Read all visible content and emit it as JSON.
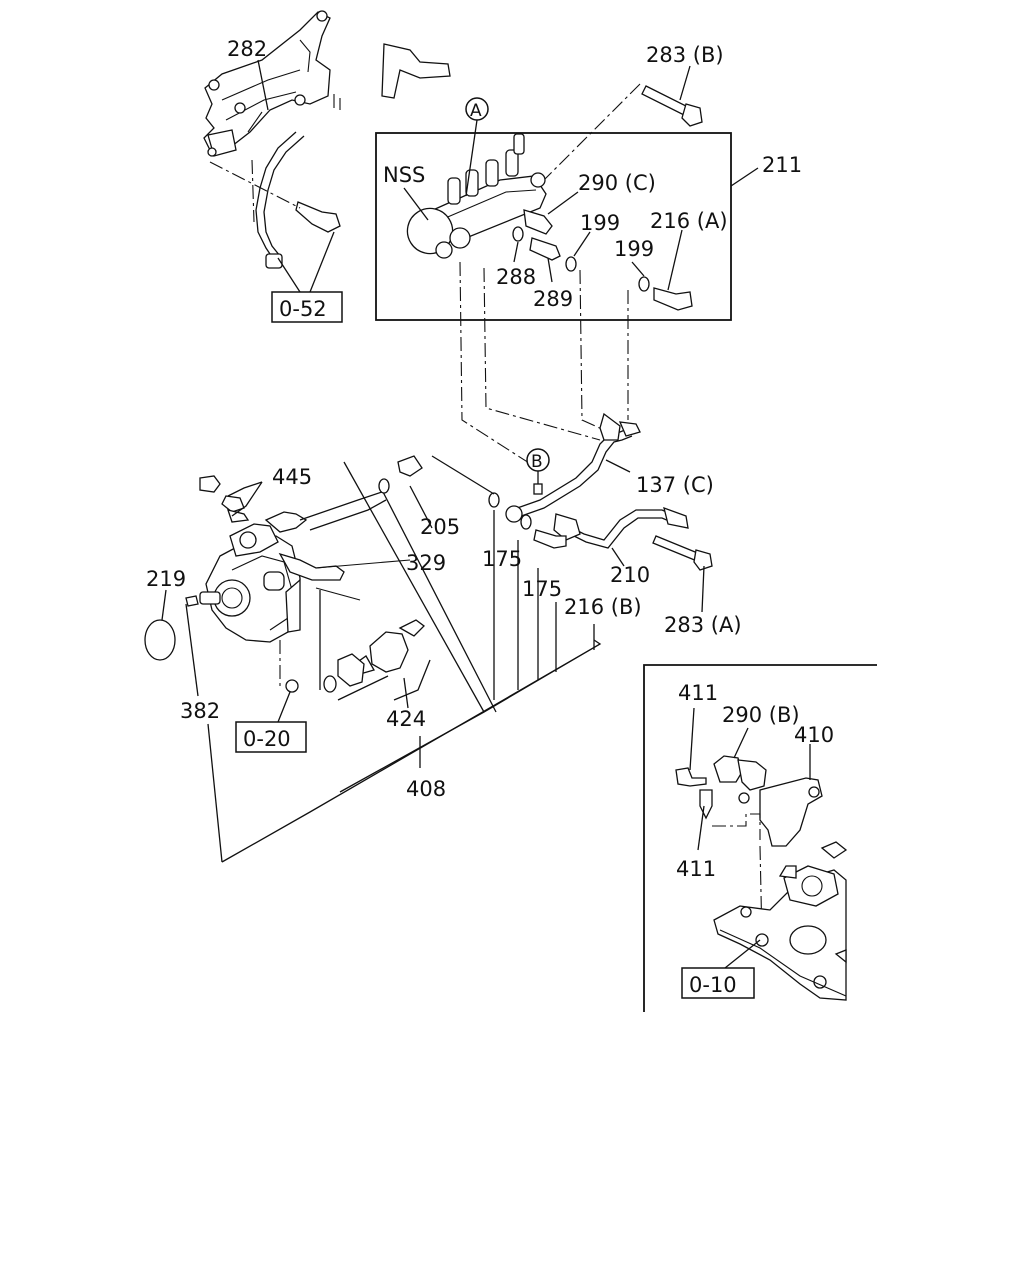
{
  "labels": {
    "p282": "282",
    "p283b": "283 (B)",
    "p211": "211",
    "pNSS": "NSS",
    "pA": "A",
    "p290c": "290 (C)",
    "p199a": "199",
    "p199b": "199",
    "p216a": "216 (A)",
    "p288": "288",
    "p289": "289",
    "pB": "B",
    "p137c": "137 (C)",
    "p445": "445",
    "p205": "205",
    "p329": "329",
    "p175a": "175",
    "p175b": "175",
    "p210": "210",
    "p283a": "283 (A)",
    "p216b": "216 (B)",
    "p219": "219",
    "p382": "382",
    "p424": "424",
    "p408": "408",
    "p411a": "411",
    "p411b": "411",
    "p290b": "290 (B)",
    "p410": "410"
  },
  "refs": {
    "r052": "0-52",
    "r020": "0-20",
    "r010": "0-10"
  }
}
